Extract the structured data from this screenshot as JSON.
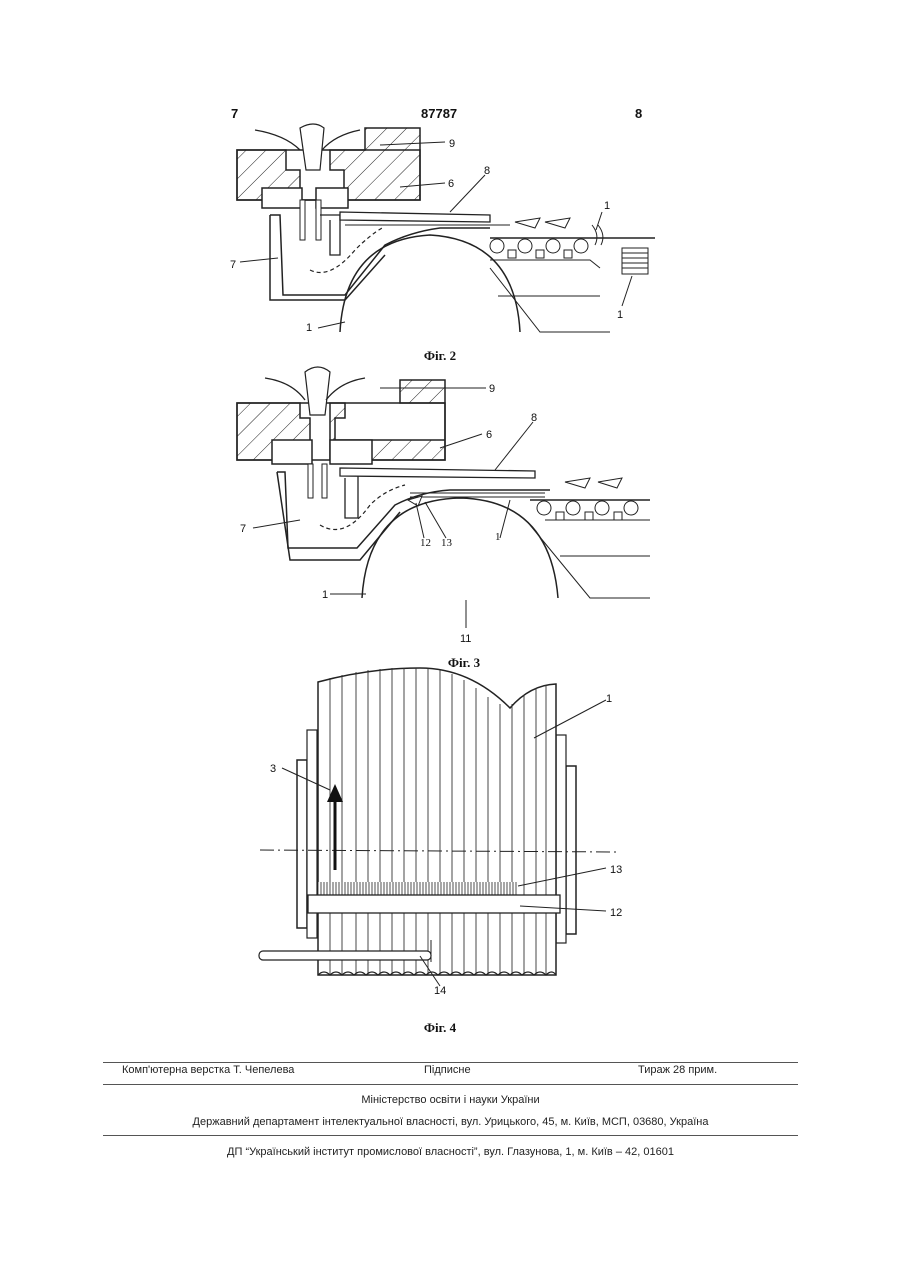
{
  "header": {
    "page_left": "7",
    "patent_number": "87787",
    "page_right": "8"
  },
  "fig2": {
    "caption": "Фіг. 2",
    "labels": {
      "l9": "9",
      "l6": "6",
      "l8": "8",
      "l7": "7",
      "l1a": "1",
      "l1b": "1",
      "l1c": "1"
    }
  },
  "fig3": {
    "caption": "Фіг. 3",
    "labels": {
      "l9": "9",
      "l6": "6",
      "l8": "8",
      "l7": "7",
      "l12": "12",
      "l13": "13",
      "l1a": "1",
      "l1b": "1",
      "l11": "11"
    }
  },
  "fig4": {
    "caption": "Фіг. 4",
    "labels": {
      "l1": "1",
      "l3": "3",
      "l13": "13",
      "l12": "12",
      "l14": "14"
    }
  },
  "footer": {
    "typesetting": "Комп'ютерна верстка Т. Чепелева",
    "signed": "Підписне",
    "circulation": "Тираж 28 прим.",
    "ministry": "Міністерство освіти і науки України",
    "department": "Державний департамент інтелектуальної власності, вул. Урицького, 45, м. Київ, МСП, 03680, Україна",
    "institute": "ДП “Український інститут промислової власності”, вул. Глазунова, 1, м. Київ – 42, 01601"
  }
}
